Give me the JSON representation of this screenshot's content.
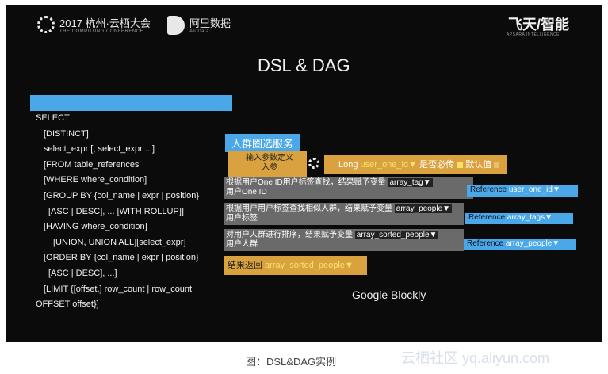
{
  "header": {
    "conf_title": "2017 杭州·云栖大会",
    "conf_sub": "THE COMPUTING CONFERENCE",
    "data_brand": "阿里数据",
    "data_sub": "Ali Data",
    "right_brand": "飞天/智能",
    "right_sub": "APSARA INTELLIGENCE"
  },
  "title": "DSL & DAG",
  "sql_lines": [
    "SELECT",
    "[DISTINCT]",
    "select_expr [, select_expr ...]",
    "[FROM table_references",
    "[WHERE where_condition]",
    "[GROUP BY {col_name | expr | position}",
    "[ASC | DESC], ... [WITH ROLLUP]]",
    "[HAVING where_condition]",
    "[UNION, UNION ALL][select_expr]",
    "[ORDER BY {col_name | expr | position}",
    "[ASC | DESC], ...]",
    "[LIMIT {[offset,] row_count | row_count",
    "OFFSET offset}]"
  ],
  "blockly": {
    "title": "人群圈选服务",
    "input_def": "输入参数定义\n入参",
    "param_type": "Long",
    "param_name": "user_one_id▼",
    "required_label": "是否必传",
    "default_label": "默认值",
    "row1_text": "根据用户One ID用户标签查找，结果赋予变量",
    "row1_var": "array_tag▼",
    "row1_sub": "用户One ID",
    "row1_ref_label": "Reference",
    "row1_ref_var": "user_one_id▼",
    "row2_text": "根据用户用户标签查找相似人群，结果赋予变量",
    "row2_var": "array_people▼",
    "row2_sub": "用户标签",
    "row2_ref_label": "Reference",
    "row2_ref_var": "array_tags▼",
    "row3_text": "对用户人群进行排序，结果赋予变量",
    "row3_var": "array_sorted_people▼",
    "row3_sub": "用户人群",
    "row3_ref_label": "Reference",
    "row3_ref_var": "array_people▼",
    "return_label": "结果返回",
    "return_var": "array_sorted_people▼"
  },
  "footer": "Google Blockly",
  "caption": "图：DSL&DAG实例",
  "watermark": "云栖社区 yq.aliyun.com"
}
